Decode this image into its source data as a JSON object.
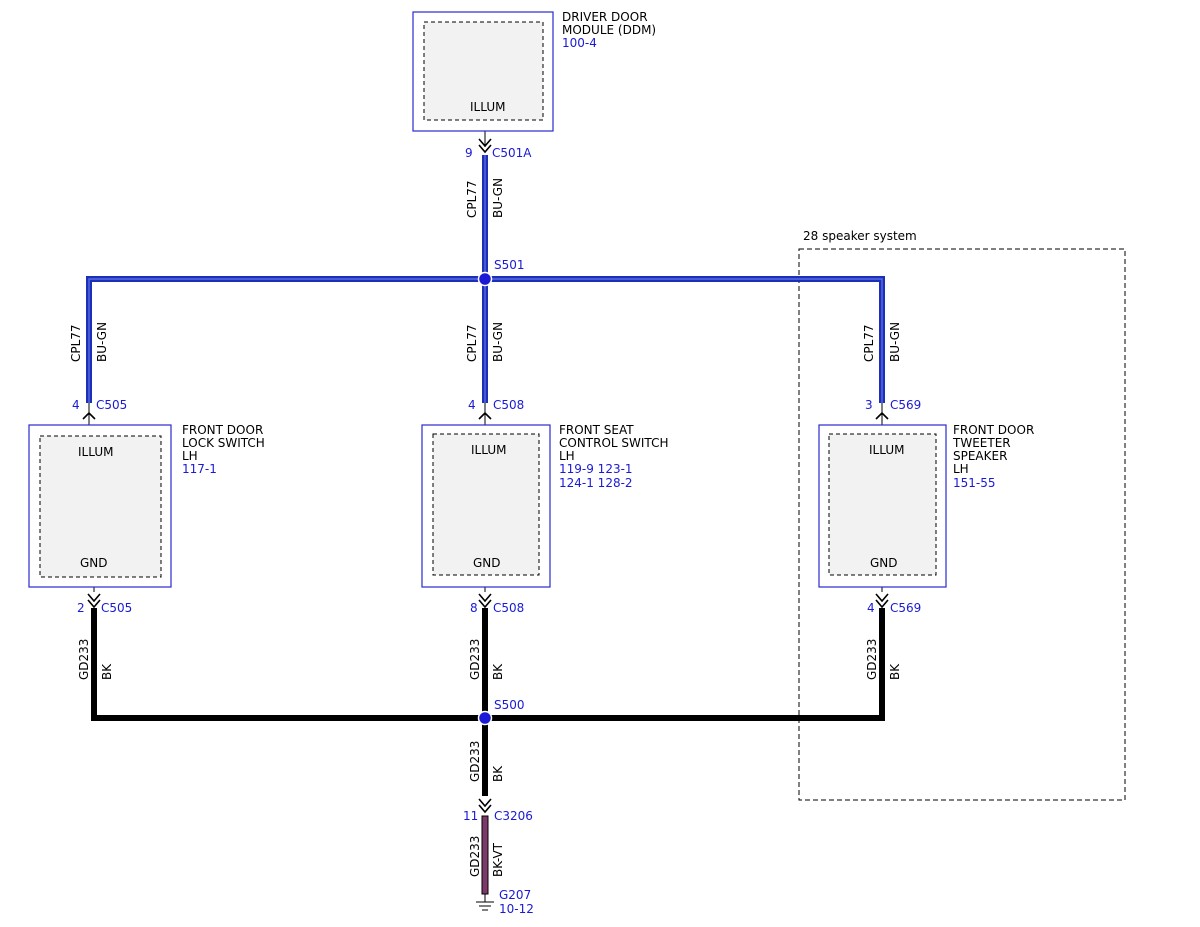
{
  "colors": {
    "wire_blue": "#1c2fb8",
    "wire_black": "#000000",
    "wire_bkvt_fill": "#7b3a6a",
    "label_blue": "#1a1ad6",
    "component_border": "#2a2ad0",
    "component_fill": "#f2f2f2"
  },
  "group": {
    "label": "28 speaker system"
  },
  "components": {
    "ddm": {
      "name_lines": [
        "DRIVER DOOR",
        "MODULE (DDM)"
      ],
      "ref_lines": [
        "100-4"
      ],
      "pin_labels": [
        "ILLUM"
      ]
    },
    "lock_switch": {
      "name_lines": [
        "FRONT DOOR",
        "LOCK SWITCH",
        "LH"
      ],
      "ref_lines": [
        "117-1"
      ],
      "pin_labels": [
        "ILLUM",
        "GND"
      ]
    },
    "seat_switch": {
      "name_lines": [
        "FRONT SEAT",
        "CONTROL SWITCH",
        "LH"
      ],
      "ref_lines": [
        "119-9 123-1",
        "124-1 128-2"
      ],
      "pin_labels": [
        "ILLUM",
        "GND"
      ]
    },
    "tweeter": {
      "name_lines": [
        "FRONT DOOR",
        "TWEETER",
        "SPEAKER",
        "LH"
      ],
      "ref_lines": [
        "151-55"
      ],
      "pin_labels": [
        "ILLUM",
        "GND"
      ]
    }
  },
  "connectors": {
    "ddm_c501a": {
      "pin": "9",
      "name": "C501A"
    },
    "lock_c505_top": {
      "pin": "4",
      "name": "C505"
    },
    "seat_c508_top": {
      "pin": "4",
      "name": "C508"
    },
    "tweeter_c569_top": {
      "pin": "3",
      "name": "C569"
    },
    "lock_c505_bot": {
      "pin": "2",
      "name": "C505"
    },
    "seat_c508_bot": {
      "pin": "8",
      "name": "C508"
    },
    "tweeter_c569_bot": {
      "pin": "4",
      "name": "C569"
    },
    "c3206": {
      "pin": "11",
      "name": "C3206"
    }
  },
  "splices": {
    "s501": "S501",
    "s500": "S500"
  },
  "wires": {
    "ddm_to_s501": {
      "circuit": "CPL77",
      "color": "BU-GN"
    },
    "s501_to_lock": {
      "circuit": "CPL77",
      "color": "BU-GN"
    },
    "s501_to_seat": {
      "circuit": "CPL77",
      "color": "BU-GN"
    },
    "s501_to_tweeter": {
      "circuit": "CPL77",
      "color": "BU-GN"
    },
    "lock_to_s500": {
      "circuit": "GD233",
      "color": "BK"
    },
    "seat_to_s500": {
      "circuit": "GD233",
      "color": "BK"
    },
    "tweeter_to_s500": {
      "circuit": "GD233",
      "color": "BK"
    },
    "s500_to_c3206": {
      "circuit": "GD233",
      "color": "BK"
    },
    "c3206_to_ground": {
      "circuit": "GD233",
      "color": "BK-VT"
    }
  },
  "ground": {
    "name": "G207",
    "ref": "10-12"
  }
}
